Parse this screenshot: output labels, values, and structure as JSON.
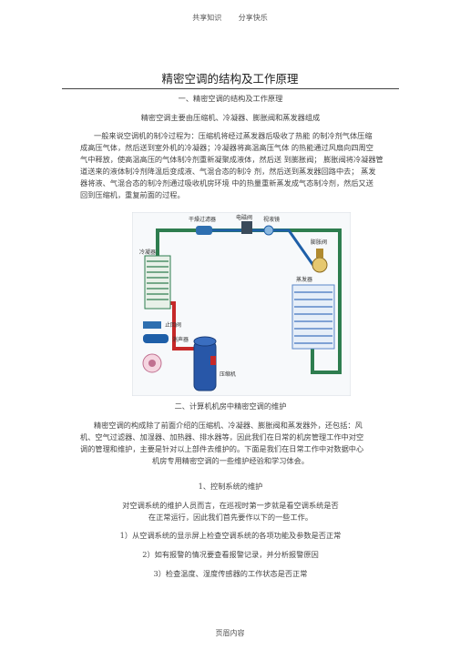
{
  "header": {
    "left": "共享知识",
    "right": "分享快乐"
  },
  "title": "精密空调的结构及工作原理",
  "section1": {
    "heading": "一、精密空调的结构及工作原理",
    "intro": "精密空调主要由压缩机、冷凝器、膨胀阀和蒸发器组成",
    "paragraph_lines": [
      "一般来说空调机的制冷过程为：压缩机将经过蒸发器后吸收了热能 的制冷剂气体压缩",
      "成高压气体，然后送到室外机的冷凝器；冷凝器将高温高压气体 的热能通过风扇向四周空",
      "气中释放，使高温高压的气体制冷剂重新凝聚成液体，然后送 到膨胀阀； 膨胀阀将冷凝器管",
      "道送来的液体制冷剂降温后变成液、气混合态的制冷 剂，然后送到蒸发器回路中去； 蒸发",
      "器将液、气混合态的制冷剂通过吸收机房环境 中的热量重新蒸发成气态制冷剂，然后又送",
      "回到压缩机，重复前面的过程。"
    ]
  },
  "diagram": {
    "labels": {
      "dryer": "干燥过滤器",
      "solenoid": "电磁阀",
      "sight_glass": "视液镜",
      "expansion_valve": "膨胀阀",
      "condenser": "冷凝器",
      "evaporator": "蒸发器",
      "check_valve": "止回阀",
      "muffler": "消声器",
      "compressor": "压缩机"
    }
  },
  "section2": {
    "heading": "二、计算机机房中精密空调的维护",
    "paragraph_lines": [
      "精密空调的构成除了前面介绍的压缩机、冷凝器、膨胀阀和蒸发器外，还包括：风",
      "机、空气过滤器、加湿器、加热器、排水器等，因此我们在日常的机房管理工作中对空",
      "调的管理和维护，主要是针对以上部件去维护的。下面是我们在日常工作中对数据中心",
      "机房专用精密空调的一些维护经验和学习体会。"
    ],
    "sub1": "1、控制系统的维护",
    "sub1_lines": [
      "对空调系统的维护人员而言，在巡视时第一步就是看空调系统是否",
      "在正常运行，因此我们首先要作以下的一些工作。"
    ],
    "items": [
      "1）从空调系统的显示屏上检查空调系统的各项功能及参数是否正常",
      "2）如有报警的情况要查看报警记录，并分析报警原因",
      "3）检查温度、湿度传感器的工作状态是否正常"
    ]
  },
  "footer": "页眉内容",
  "colors": {
    "pipe_green": "#2e7d4f",
    "pipe_red": "#c62828",
    "pipe_blue": "#1e5fa8",
    "coil_blue": "#5b87c7"
  }
}
